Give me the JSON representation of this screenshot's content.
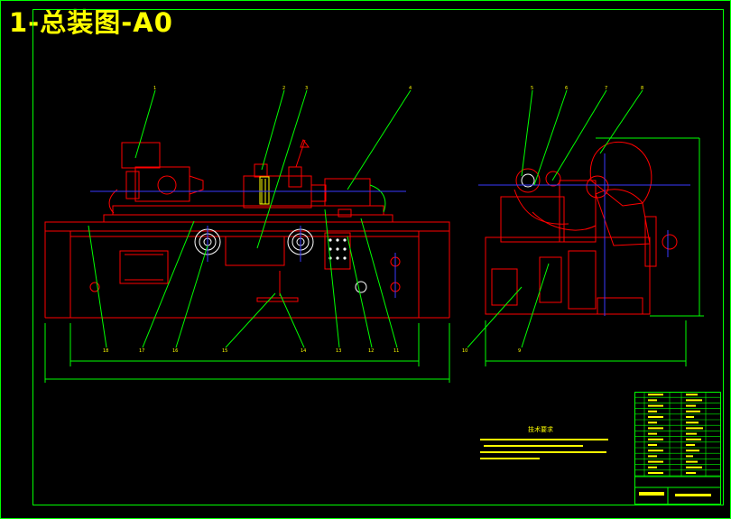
{
  "title": "1-总装图-A0",
  "notes": {
    "heading": "技术要求"
  },
  "balloons": {
    "front_top": [
      "1",
      "2",
      "3",
      "4"
    ],
    "side_top": [
      "5",
      "6",
      "7",
      "8"
    ],
    "front_bottom": [
      "18",
      "17",
      "16",
      "15",
      "14",
      "13",
      "12",
      "11"
    ],
    "side_bottom": [
      "10",
      "9"
    ]
  },
  "colors": {
    "background": "#000000",
    "title": "#ffff00",
    "frame": "#00ff00",
    "outline": "#ff0000",
    "center_line": "#3a3aff",
    "detail": "#ffffff",
    "text": "#ffff00"
  }
}
